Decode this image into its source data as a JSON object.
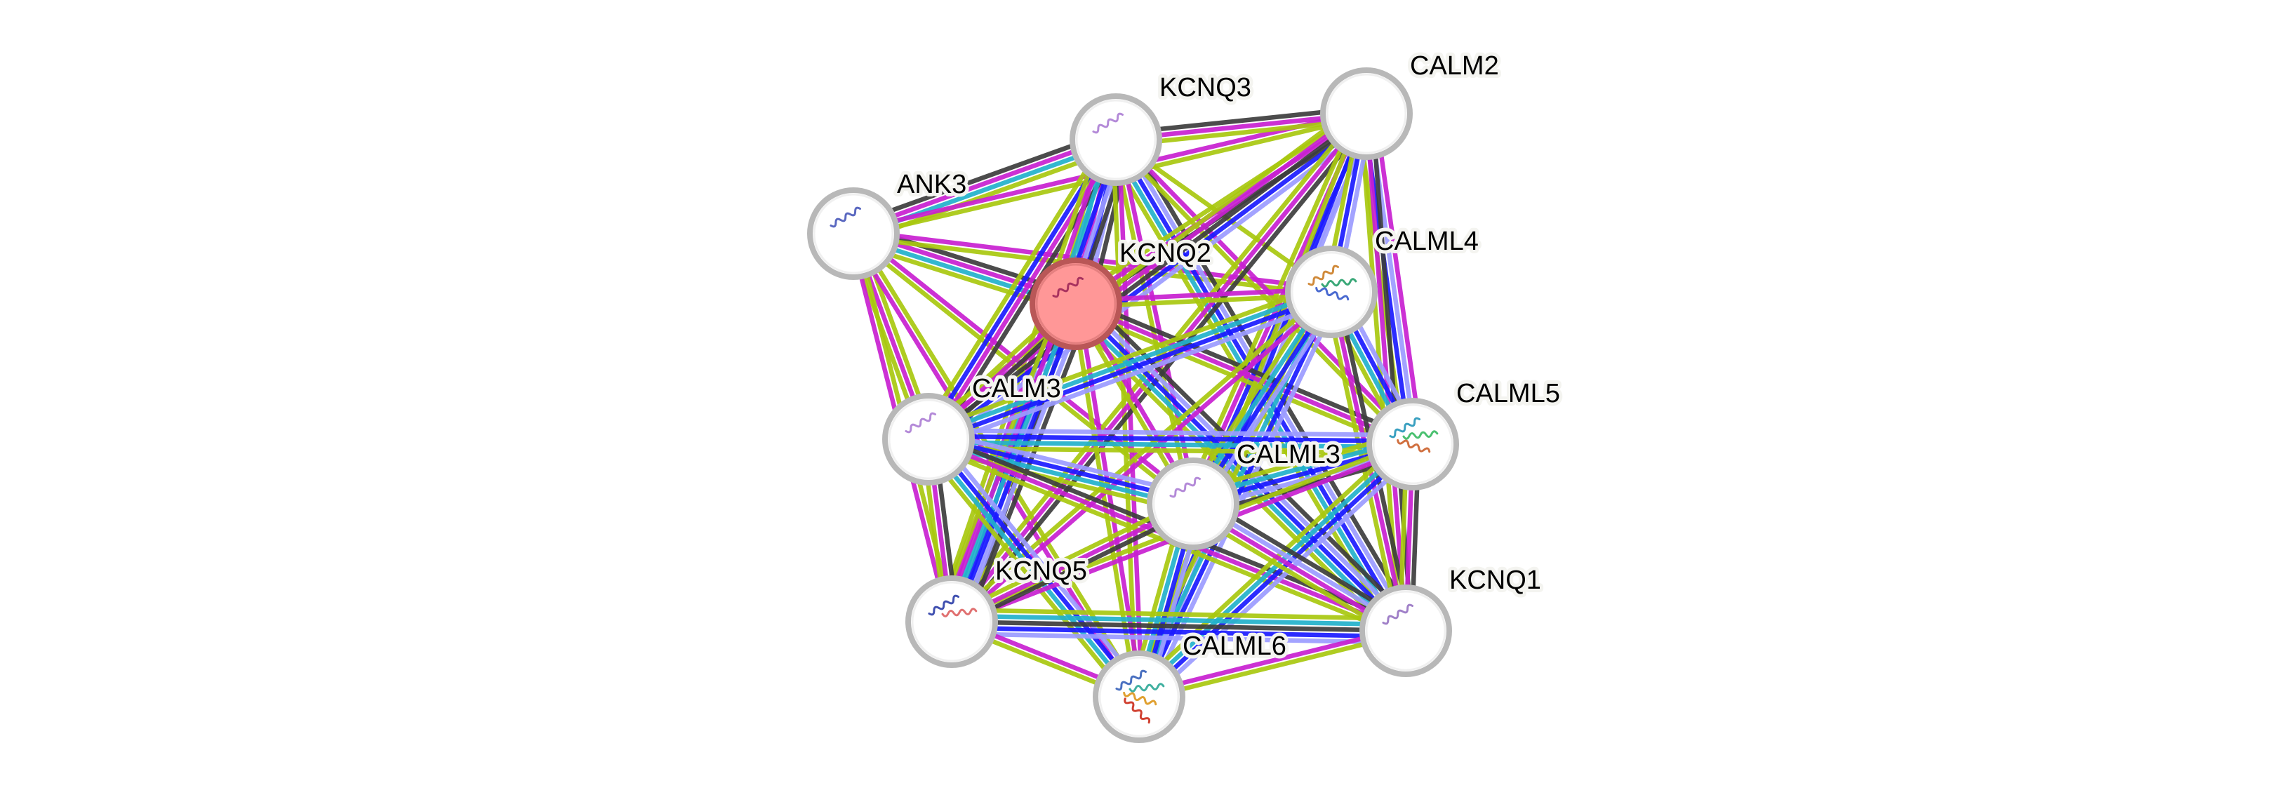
{
  "network": {
    "query_protein": "KCNQ2",
    "evidence_colors": {
      "curated_databases": "#22b1cb",
      "experimentally_determined": "#c81fd0",
      "gene_neighborhood": "#1a1aff",
      "gene_cooccurrence": "#9b9bff",
      "textmining": "#a8c80f",
      "coexpression": "#3d3d3d"
    },
    "node_style": {
      "ring_color": "#b8b8b8",
      "query_fill": "#ff9797",
      "query_ring": "#b95757",
      "default_fill": "#ffffff"
    },
    "nodes": [
      {
        "id": "KCNQ2",
        "label": "KCNQ2",
        "query": true,
        "structure_colors": [
          "#a8325f"
        ]
      },
      {
        "id": "KCNQ3",
        "label": "KCNQ3",
        "query": false,
        "structure_colors": [
          "#b48ad8"
        ]
      },
      {
        "id": "CALM2",
        "label": "CALM2",
        "query": false,
        "structure_colors": []
      },
      {
        "id": "ANK3",
        "label": "ANK3",
        "query": false,
        "structure_colors": [
          "#5a68c0"
        ]
      },
      {
        "id": "CALML4",
        "label": "CALML4",
        "query": false,
        "structure_colors": [
          "#d08a3a",
          "#3aa878",
          "#4a6ad0"
        ]
      },
      {
        "id": "CALM3",
        "label": "CALM3",
        "query": false,
        "structure_colors": [
          "#b48ad8"
        ]
      },
      {
        "id": "CALML5",
        "label": "CALML5",
        "query": false,
        "structure_colors": [
          "#3aa0c0",
          "#4ac070",
          "#d07040"
        ]
      },
      {
        "id": "CALML3",
        "label": "CALML3",
        "query": false,
        "structure_colors": [
          "#b48ad8"
        ]
      },
      {
        "id": "KCNQ5",
        "label": "KCNQ5",
        "query": false,
        "structure_colors": [
          "#4050b0",
          "#e07070"
        ]
      },
      {
        "id": "KCNQ1",
        "label": "KCNQ1",
        "query": false,
        "structure_colors": [
          "#a080c8"
        ]
      },
      {
        "id": "CALML6",
        "label": "CALML6",
        "query": false,
        "structure_colors": [
          "#4a70c0",
          "#40b0a0",
          "#e0a030",
          "#d04030"
        ]
      }
    ],
    "edges": [
      {
        "a": "ANK3",
        "b": "KCNQ3",
        "evidence": [
          "coexpression",
          "experimentally_determined",
          "curated_databases",
          "textmining"
        ]
      },
      {
        "a": "ANK3",
        "b": "KCNQ2",
        "evidence": [
          "coexpression",
          "experimentally_determined",
          "curated_databases",
          "textmining"
        ]
      },
      {
        "a": "ANK3",
        "b": "CALML4",
        "evidence": [
          "experimentally_determined",
          "textmining"
        ]
      },
      {
        "a": "ANK3",
        "b": "CALM3",
        "evidence": [
          "textmining",
          "experimentally_determined",
          "textmining"
        ]
      },
      {
        "a": "ANK3",
        "b": "KCNQ5",
        "evidence": [
          "textmining",
          "experimentally_determined"
        ]
      },
      {
        "a": "ANK3",
        "b": "CALML3",
        "evidence": [
          "experimentally_determined",
          "textmining"
        ]
      },
      {
        "a": "ANK3",
        "b": "CALML6",
        "evidence": [
          "textmining",
          "experimentally_determined"
        ]
      },
      {
        "a": "ANK3",
        "b": "CALM2",
        "evidence": [
          "experimentally_determined",
          "textmining"
        ]
      },
      {
        "a": "KCNQ3",
        "b": "CALM2",
        "evidence": [
          "coexpression",
          "experimentally_determined",
          "textmining"
        ]
      },
      {
        "a": "KCNQ3",
        "b": "KCNQ2",
        "evidence": [
          "coexpression",
          "gene_cooccurrence",
          "gene_neighborhood",
          "experimentally_determined",
          "curated_databases",
          "textmining"
        ]
      },
      {
        "a": "KCNQ3",
        "b": "CALM3",
        "evidence": [
          "coexpression",
          "experimentally_determined",
          "gene_neighborhood",
          "textmining"
        ]
      },
      {
        "a": "KCNQ3",
        "b": "KCNQ5",
        "evidence": [
          "coexpression",
          "gene_cooccurrence",
          "gene_neighborhood",
          "curated_databases",
          "experimentally_determined",
          "textmining"
        ]
      },
      {
        "a": "KCNQ3",
        "b": "KCNQ1",
        "evidence": [
          "coexpression",
          "gene_cooccurrence",
          "gene_neighborhood",
          "curated_databases",
          "textmining"
        ]
      },
      {
        "a": "KCNQ3",
        "b": "CALML3",
        "evidence": [
          "experimentally_determined",
          "textmining"
        ]
      },
      {
        "a": "KCNQ3",
        "b": "CALML5",
        "evidence": [
          "experimentally_determined",
          "textmining"
        ]
      },
      {
        "a": "KCNQ3",
        "b": "CALML4",
        "evidence": [
          "textmining"
        ]
      },
      {
        "a": "KCNQ3",
        "b": "CALML6",
        "evidence": [
          "experimentally_determined",
          "textmining"
        ]
      },
      {
        "a": "CALM2",
        "b": "KCNQ2",
        "evidence": [
          "coexpression",
          "experimentally_determined",
          "textmining"
        ]
      },
      {
        "a": "CALM2",
        "b": "CALM3",
        "evidence": [
          "gene_cooccurrence",
          "gene_neighborhood",
          "coexpression",
          "experimentally_determined",
          "textmining"
        ]
      },
      {
        "a": "CALM2",
        "b": "KCNQ5",
        "evidence": [
          "coexpression",
          "experimentally_determined",
          "textmining"
        ]
      },
      {
        "a": "CALM2",
        "b": "CALML3",
        "evidence": [
          "gene_cooccurrence",
          "gene_neighborhood",
          "experimentally_determined",
          "textmining"
        ]
      },
      {
        "a": "CALM2",
        "b": "CALML6",
        "evidence": [
          "gene_cooccurrence",
          "gene_neighborhood",
          "textmining"
        ]
      },
      {
        "a": "CALM2",
        "b": "CALML5",
        "evidence": [
          "experimentally_determined",
          "gene_cooccurrence",
          "gene_neighborhood",
          "textmining"
        ]
      },
      {
        "a": "CALM2",
        "b": "KCNQ1",
        "evidence": [
          "coexpression",
          "experimentally_determined",
          "textmining"
        ]
      },
      {
        "a": "CALM2",
        "b": "CALML4",
        "evidence": [
          "gene_cooccurrence",
          "gene_neighborhood",
          "textmining"
        ]
      },
      {
        "a": "KCNQ2",
        "b": "CALML4",
        "evidence": [
          "experimentally_determined",
          "textmining"
        ]
      },
      {
        "a": "KCNQ2",
        "b": "CALML5",
        "evidence": [
          "coexpression",
          "experimentally_determined",
          "textmining"
        ]
      },
      {
        "a": "KCNQ2",
        "b": "CALM3",
        "evidence": [
          "coexpression",
          "experimentally_determined",
          "textmining"
        ]
      },
      {
        "a": "KCNQ2",
        "b": "KCNQ5",
        "evidence": [
          "coexpression",
          "gene_cooccurrence",
          "gene_neighborhood",
          "curated_databases",
          "experimentally_determined",
          "textmining"
        ]
      },
      {
        "a": "KCNQ2",
        "b": "KCNQ1",
        "evidence": [
          "coexpression",
          "gene_cooccurrence",
          "gene_neighborhood",
          "curated_databases",
          "textmining"
        ]
      },
      {
        "a": "KCNQ2",
        "b": "CALML3",
        "evidence": [
          "experimentally_determined",
          "textmining"
        ]
      },
      {
        "a": "KCNQ2",
        "b": "CALML6",
        "evidence": [
          "experimentally_determined",
          "textmining"
        ]
      },
      {
        "a": "CALML4",
        "b": "CALM3",
        "evidence": [
          "gene_cooccurrence",
          "gene_neighborhood",
          "curated_databases",
          "textmining"
        ]
      },
      {
        "a": "CALML4",
        "b": "CALML6",
        "evidence": [
          "gene_cooccurrence",
          "gene_neighborhood",
          "curated_databases",
          "textmining"
        ]
      },
      {
        "a": "CALML4",
        "b": "CALML3",
        "evidence": [
          "gene_cooccurrence",
          "gene_neighborhood",
          "curated_databases",
          "textmining"
        ]
      },
      {
        "a": "CALML4",
        "b": "KCNQ5",
        "evidence": [
          "experimentally_determined",
          "textmining"
        ]
      },
      {
        "a": "CALML4",
        "b": "CALML5",
        "evidence": [
          "gene_cooccurrence",
          "gene_neighborhood",
          "curated_databases",
          "textmining"
        ]
      },
      {
        "a": "CALML4",
        "b": "KCNQ1",
        "evidence": [
          "coexpression",
          "experimentally_determined",
          "textmining"
        ]
      },
      {
        "a": "CALM3",
        "b": "CALML5",
        "evidence": [
          "gene_cooccurrence",
          "gene_neighborhood",
          "curated_databases",
          "textmining"
        ]
      },
      {
        "a": "CALM3",
        "b": "CALML3",
        "evidence": [
          "gene_cooccurrence",
          "gene_neighborhood",
          "curated_databases",
          "textmining"
        ]
      },
      {
        "a": "CALM3",
        "b": "KCNQ5",
        "evidence": [
          "coexpression",
          "experimentally_determined",
          "textmining"
        ]
      },
      {
        "a": "CALM3",
        "b": "CALML6",
        "evidence": [
          "gene_cooccurrence",
          "gene_neighborhood",
          "curated_databases",
          "textmining"
        ]
      },
      {
        "a": "CALM3",
        "b": "KCNQ1",
        "evidence": [
          "coexpression",
          "experimentally_determined",
          "textmining"
        ]
      },
      {
        "a": "CALML5",
        "b": "CALML3",
        "evidence": [
          "coexpression",
          "gene_cooccurrence",
          "gene_neighborhood",
          "curated_databases",
          "textmining"
        ]
      },
      {
        "a": "CALML5",
        "b": "KCNQ5",
        "evidence": [
          "experimentally_determined",
          "textmining"
        ]
      },
      {
        "a": "CALML5",
        "b": "KCNQ1",
        "evidence": [
          "coexpression",
          "experimentally_determined",
          "textmining"
        ]
      },
      {
        "a": "CALML5",
        "b": "CALML6",
        "evidence": [
          "gene_cooccurrence",
          "gene_neighborhood",
          "curated_databases",
          "textmining"
        ]
      },
      {
        "a": "CALML3",
        "b": "KCNQ5",
        "evidence": [
          "coexpression",
          "experimentally_determined",
          "textmining"
        ]
      },
      {
        "a": "CALML3",
        "b": "CALML6",
        "evidence": [
          "gene_cooccurrence",
          "gene_neighborhood",
          "curated_databases",
          "textmining"
        ]
      },
      {
        "a": "CALML3",
        "b": "KCNQ1",
        "evidence": [
          "coexpression",
          "gene_cooccurrence",
          "experimentally_determined",
          "textmining"
        ]
      },
      {
        "a": "KCNQ5",
        "b": "KCNQ1",
        "evidence": [
          "textmining",
          "curated_databases",
          "coexpression",
          "gene_neighborhood",
          "gene_cooccurrence"
        ]
      },
      {
        "a": "KCNQ5",
        "b": "CALML6",
        "evidence": [
          "experimentally_determined",
          "textmining"
        ]
      },
      {
        "a": "KCNQ1",
        "b": "CALML6",
        "evidence": [
          "textmining",
          "experimentally_determined"
        ]
      }
    ]
  }
}
